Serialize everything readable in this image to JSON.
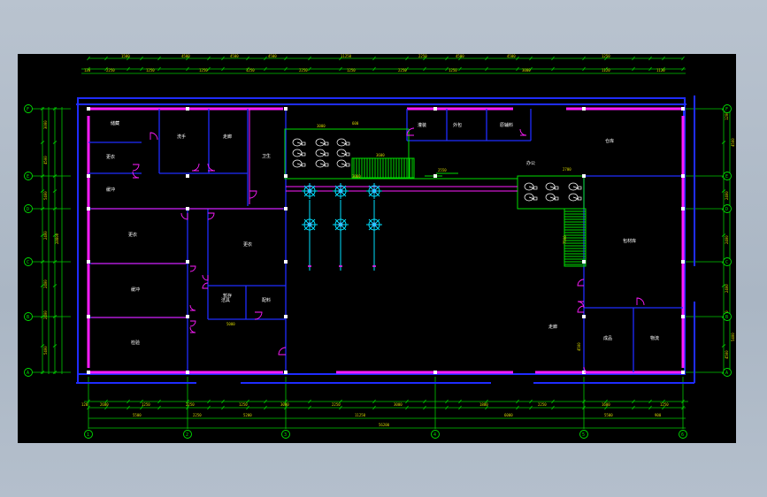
{
  "drawing": {
    "top_dims_row1": [
      "1500",
      "4500",
      "4500",
      "4500",
      "11250",
      "2250",
      "4500",
      "4500",
      "1250"
    ],
    "top_dims_row2": [
      "120",
      "2250",
      "1250",
      "1250",
      "1250",
      "2250",
      "1250",
      "2250",
      "1250",
      "3000",
      "1120",
      "1120"
    ],
    "bottom_dims_row1": [
      "120",
      "2600",
      "1250",
      "2250",
      "1250",
      "3000",
      "2250",
      "3000",
      "1800",
      "2250",
      "1600",
      "1250"
    ],
    "bottom_dims_row2": [
      "5500",
      "2250",
      "5200",
      "11250",
      "6000",
      "5500",
      "900"
    ],
    "bottom_total": "56200",
    "left_dims": [
      "3000",
      "4500",
      "5400",
      "2400",
      "2400",
      "2400",
      "5400",
      "28800"
    ],
    "right_dims": [
      "1200",
      "4500",
      "2400",
      "2400",
      "2400",
      "1200",
      "5400",
      "4500"
    ],
    "axes_bottom": [
      "1",
      "2",
      "3",
      "4",
      "5",
      "6"
    ],
    "axes_left": [
      "F",
      "E",
      "D",
      "C",
      "B",
      "A"
    ],
    "axes_right": [
      "F",
      "E",
      "D",
      "C",
      "B",
      "A"
    ],
    "interior_dims": [
      "3000",
      "3600",
      "3000",
      "2550",
      "2700",
      "7500",
      "5000",
      "600",
      "4500"
    ],
    "rooms": {
      "r1": "储藏",
      "r2": "更衣",
      "r3": "缓冲",
      "r4": "洗手",
      "r5": "走廊",
      "r6": "卫生",
      "r7": "更衣",
      "r8": "缓冲",
      "r9": "检验",
      "r10": "更衣",
      "r11": "洁具",
      "r12": "配料",
      "r13": "灌装",
      "r14": "外包",
      "r15": "原辅料",
      "r16": "仓库",
      "r17": "包材库",
      "r18": "成品",
      "r19": "物流",
      "r20": "办公",
      "r21": "暂存",
      "r22": "走廊"
    }
  }
}
